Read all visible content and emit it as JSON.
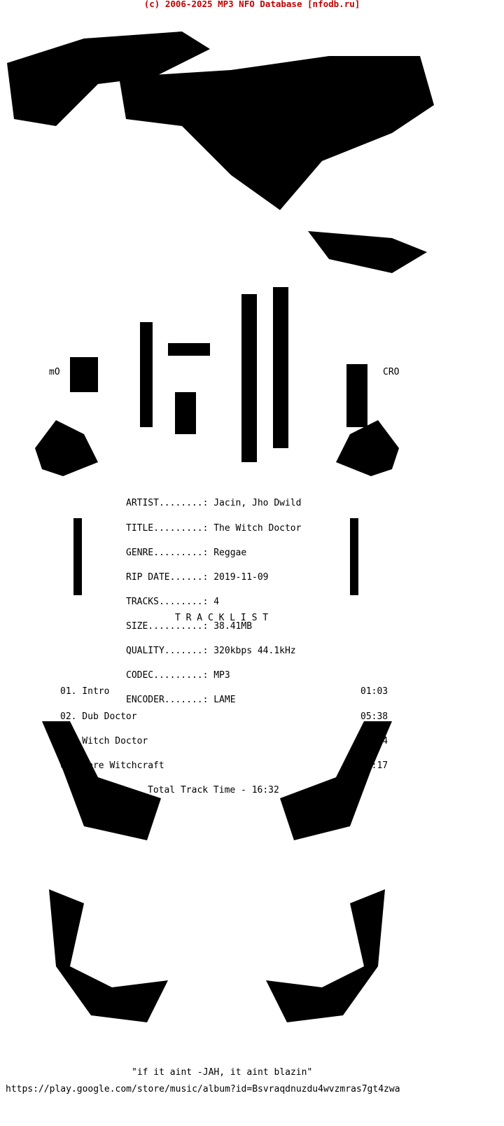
{
  "header": "(c) 2006-2025 MP3 NFO Database [nfodb.ru]",
  "art_tags": {
    "left": "mO",
    "right": "CRO"
  },
  "info": [
    {
      "label": "ARTIST........:",
      "value": "Jacin, Jho Dwild"
    },
    {
      "label": "TITLE.........:",
      "value": "The Witch Doctor"
    },
    {
      "label": "GENRE.........:",
      "value": "Reggae"
    },
    {
      "label": "RIP DATE......:",
      "value": "2019-11-09"
    },
    {
      "label": "TRACKS........:",
      "value": "4"
    },
    {
      "label": "SIZE..........:",
      "value": "38.41MB"
    },
    {
      "label": "QUALITY.......:",
      "value": "320kbps 44.1kHz"
    },
    {
      "label": "CODEC.........:",
      "value": "MP3"
    },
    {
      "label": "ENCODER.......:",
      "value": "LAME"
    }
  ],
  "tracklist_heading": "T R A C K L I S T",
  "tracks": [
    {
      "title": "01. Intro",
      "time": "01:03"
    },
    {
      "title": "02. Dub Doctor",
      "time": "05:38"
    },
    {
      "title": "03. Witch Doctor",
      "time": "04:34"
    },
    {
      "title": "04. More Witchcraft",
      "time": "05:17"
    }
  ],
  "total": "Total Track Time - 16:32",
  "quote": "\"if it aint -JAH, it aint blazin\"",
  "url": "https://play.google.com/store/music/album?id=Bsvraqdnuzdu4wvzmras7gt4zwa"
}
